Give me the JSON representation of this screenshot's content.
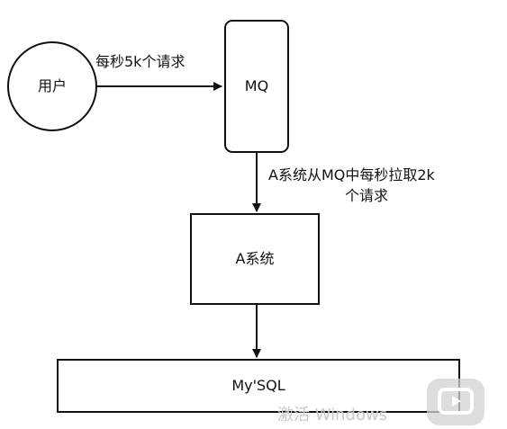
{
  "nodes": {
    "user": "用户",
    "mq": "MQ",
    "system_a": "A系统",
    "mysql": "My'SQL"
  },
  "edges": {
    "user_to_mq": "每秒5k个请求",
    "mq_to_a_line1": "A系统从MQ中每秒拉取2k",
    "mq_to_a_line2": "个请求"
  },
  "watermark": {
    "text": "激活 Windows"
  },
  "colors": {
    "stroke": "#111111",
    "background": "#ffffff",
    "watermark": "#c9c9c9"
  },
  "icons": {
    "play_badge": "play-icon"
  }
}
